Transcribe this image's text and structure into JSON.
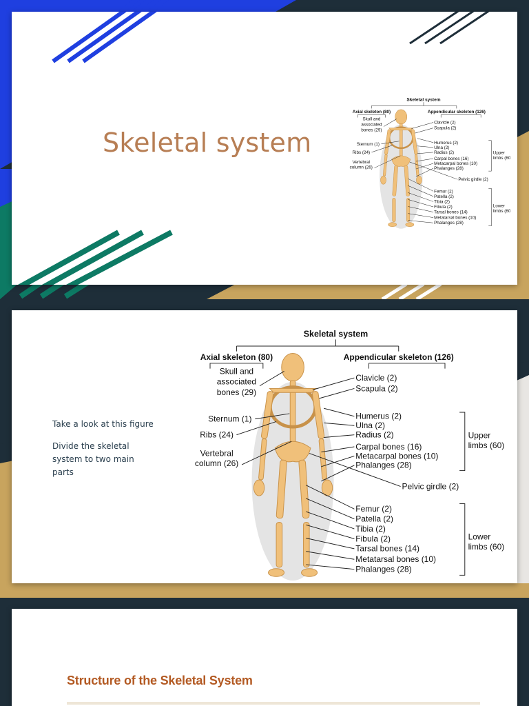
{
  "slides": [
    {
      "title": "Skeletal system"
    },
    {
      "paragraphs": [
        "Take a look at this figure",
        "Divide the skeletal system to two main parts"
      ]
    },
    {
      "heading": "Structure of the Skeletal System"
    }
  ],
  "diagram": {
    "title": "Skeletal system",
    "axial": "Axial skeleton (80)",
    "appendicular": "Appendicular skeleton (126)",
    "skull_lines": [
      "Skull and",
      "associated",
      "bones (29)"
    ],
    "sternum": "Sternum (1)",
    "ribs": "Ribs (24)",
    "vertebral_lines": [
      "Vertebral",
      "column (26)"
    ],
    "clavicle": "Clavicle (2)",
    "scapula": "Scapula (2)",
    "upper": [
      "Humerus (2)",
      "Ulna (2)",
      "Radius (2)",
      "Carpal bones (16)",
      "Metacarpal bones (10)",
      "Phalanges (28)"
    ],
    "upper_group": [
      "Upper",
      "limbs (60)"
    ],
    "pelvic": "Pelvic girdle (2)",
    "lower": [
      "Femur (2)",
      "Patella (2)",
      "Tibia (2)",
      "Fibula (2)",
      "Tarsal bones (14)",
      "Metatarsal bones (10)",
      "Phalanges (28)"
    ],
    "lower_group": [
      "Lower",
      "limbs (60)"
    ]
  },
  "colors": {
    "navy": "#1e2e39",
    "blue": "#1f3fe0",
    "teal": "#0d7a64",
    "tan": "#c8a45e",
    "title": "#b77e54",
    "bone": "#f0c07a"
  }
}
